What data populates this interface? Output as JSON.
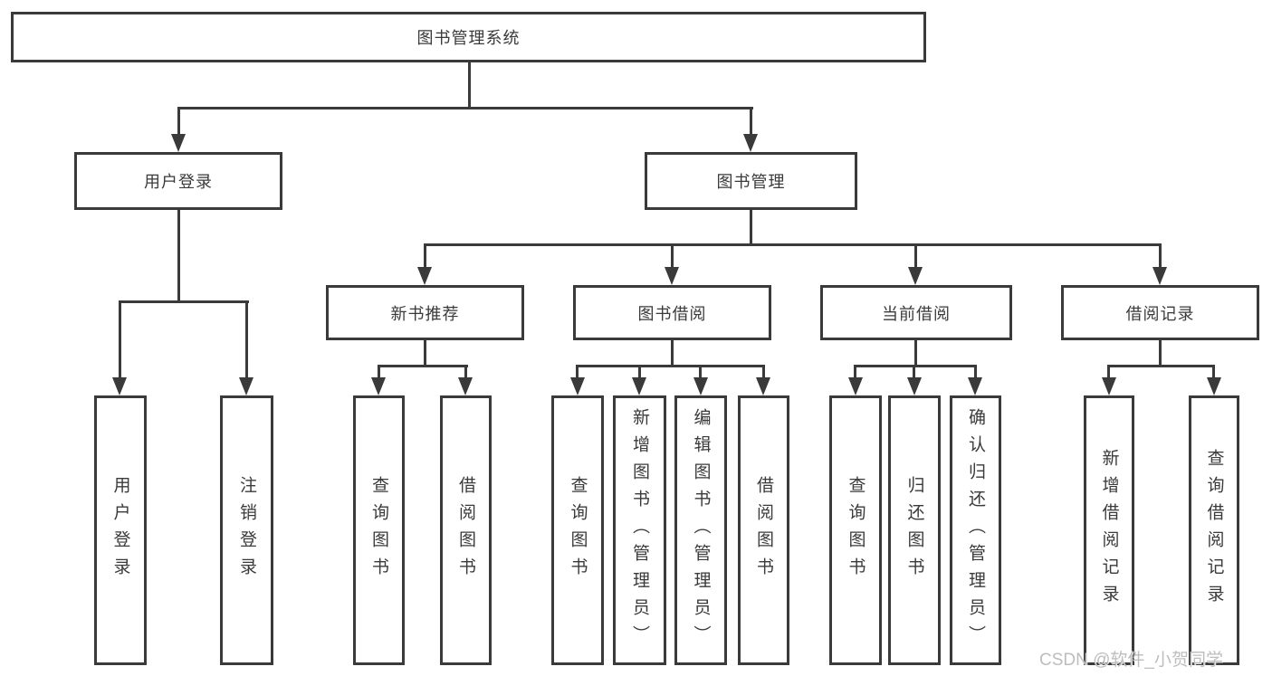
{
  "diagram": {
    "root": {
      "label": "图书管理系统",
      "children": [
        {
          "label": "用户登录",
          "children": [
            {
              "label": "用户登录"
            },
            {
              "label": "注销登录"
            }
          ]
        },
        {
          "label": "图书管理",
          "children": [
            {
              "label": "新书推荐",
              "children": [
                {
                  "label": "查询图书"
                },
                {
                  "label": "借阅图书"
                }
              ]
            },
            {
              "label": "图书借阅",
              "children": [
                {
                  "label": "查询图书"
                },
                {
                  "label": "新增图书（管理员）"
                },
                {
                  "label": "编辑图书（管理员）"
                },
                {
                  "label": "借阅图书"
                }
              ]
            },
            {
              "label": "当前借阅",
              "children": [
                {
                  "label": "查询图书"
                },
                {
                  "label": "归还图书"
                },
                {
                  "label": "确认归还（管理员）"
                }
              ]
            },
            {
              "label": "借阅记录",
              "children": [
                {
                  "label": "新增借阅记录"
                },
                {
                  "label": "查询借阅记录"
                }
              ]
            }
          ]
        }
      ]
    }
  },
  "watermark": {
    "text": "CSDN @软件_小贺同学"
  },
  "colors": {
    "line": "#3a3a3a",
    "box_background": "#ffffff",
    "watermark": "#bdbdbd"
  }
}
